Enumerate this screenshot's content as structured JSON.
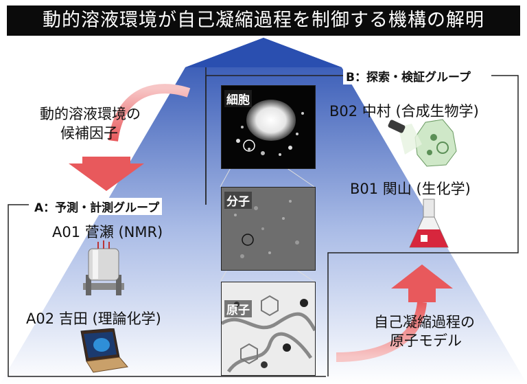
{
  "title": "動的溶液環境が自己凝縮過程を制御する機構の解明",
  "left_arrow_label": [
    "動的溶液環境の",
    "候補因子"
  ],
  "right_arrow_label": [
    "自己凝縮過程の",
    "原子モデル"
  ],
  "group_a": {
    "name": "A：予測・計測グループ",
    "members": [
      "A01 菅瀬 (NMR)",
      "A02 吉田 (理論化学)"
    ]
  },
  "group_b": {
    "name": "B：探索・検証グループ",
    "members": [
      "B02 中村 (合成生物学)",
      "B01 関山 (生化学)"
    ]
  },
  "panels": [
    "細胞",
    "分子",
    "原子"
  ],
  "icons": [
    "nmr-spectrometer-icon",
    "laptop-icon",
    "flask-icon",
    "microbe-flashlight-icon"
  ],
  "colors": {
    "pyramid_top": "#2a4fb0",
    "pyramid_bottom": "#ffffff",
    "arrow": "#e8595c",
    "title_bg": "#0b0b0b"
  }
}
